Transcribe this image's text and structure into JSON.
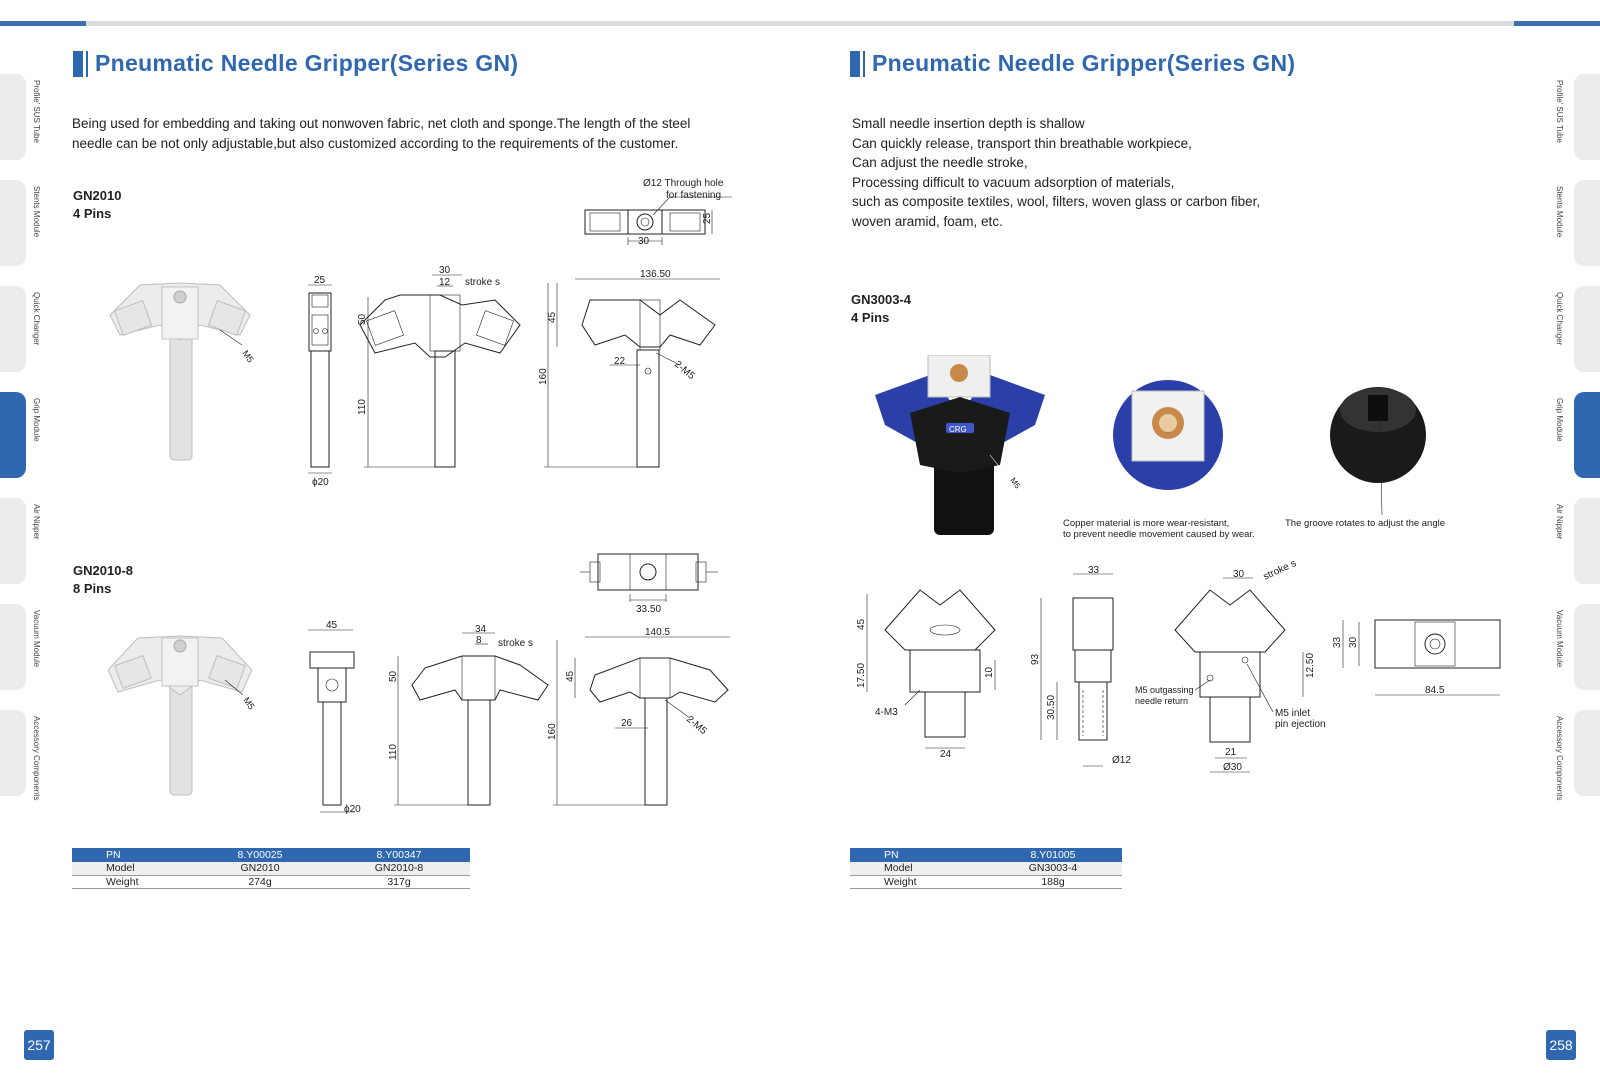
{
  "side_tabs": [
    {
      "label": "Profile' SUS Tube",
      "active": false
    },
    {
      "label": "Stents Module",
      "active": false
    },
    {
      "label": "Quick Changer",
      "active": false
    },
    {
      "label": "Grip Module",
      "active": true
    },
    {
      "label": "Air Nipper",
      "active": false
    },
    {
      "label": "Vacuum Module",
      "active": false
    },
    {
      "label": "Accessory Components",
      "active": false
    }
  ],
  "left": {
    "title": "Pneumatic Needle Gripper(Series GN)",
    "desc_lines": [
      "Being used for embedding and taking out nonwoven fabric, net cloth and sponge.The length of the steel",
      "needle can be not only adjustable,but also customized according to the requirements of the customer."
    ],
    "model1": {
      "name": "GN2010",
      "pins": "4 Pins"
    },
    "model2": {
      "name": "GN2010-8",
      "pins": "8 Pins"
    },
    "dims1": {
      "hole": "Ø12 Through hole",
      "hole2": "for fastening",
      "top_w": "30",
      "top_h": "25",
      "side_w": "25",
      "side_d": "ϕ20",
      "fr_30": "30",
      "fr_12": "12",
      "stroke": "stroke s",
      "fr_50": "50",
      "fr_110": "110",
      "rt_w": "136.50",
      "rt_45": "45",
      "rt_160": "160",
      "rt_22": "22",
      "rt_m5": "2-M5",
      "m5": "M5"
    },
    "dims2": {
      "top_w": "33.50",
      "side_w": "45",
      "side_d": "ϕ20",
      "fr_34": "34",
      "fr_8": "8",
      "stroke": "stroke s",
      "fr_50": "50",
      "fr_110": "110",
      "rt_w": "140.5",
      "rt_45": "45",
      "rt_160": "160",
      "rt_26": "26",
      "rt_m5": "2-M5",
      "m5": "M5"
    },
    "table": {
      "pn_label": "PN",
      "pn": [
        "8.Y00025",
        "8.Y00347"
      ],
      "model_label": "Model",
      "model": [
        "GN2010",
        "GN2010-8"
      ],
      "weight_label": "Weight",
      "weight": [
        "274g",
        "317g"
      ]
    },
    "page_number": "257"
  },
  "right": {
    "title": "Pneumatic Needle Gripper(Series GN)",
    "desc_lines": [
      "Small needle insertion depth is shallow",
      "Can quickly release, transport thin breathable workpiece,",
      "Can adjust the needle stroke,",
      "Processing difficult to vacuum adsorption of materials,",
      "such as composite textiles, wool, filters, woven glass or carbon fiber,",
      "woven aramid, foam, etc."
    ],
    "model": {
      "name": "GN3003-4",
      "pins": "4 Pins"
    },
    "photo_notes": {
      "copper1": "Copper material is more wear-resistant,",
      "copper2": "to prevent needle movement caused by wear.",
      "groove": "The groove rotates to adjust the angle",
      "logo": "CRG",
      "m5": "M5"
    },
    "dims": {
      "d45": "45",
      "d1750": "17.50",
      "d10": "10",
      "d4m3": "4-M3",
      "d24": "24",
      "d33": "33",
      "d93": "93",
      "d3050": "30.50",
      "d12": "Ø12",
      "d30": "30",
      "stroke": "stroke s",
      "m5out1": "M5 outgassing",
      "m5out2": "needle return",
      "d1250": "12.50",
      "m5in1": "M5 inlet",
      "m5in2": "pin ejection",
      "d21": "21",
      "d30b": "Ø30",
      "r33": "33",
      "r30": "30",
      "r845": "84.5"
    },
    "table": {
      "pn_label": "PN",
      "pn": "8.Y01005",
      "model_label": "Model",
      "model": "GN3003-4",
      "weight_label": "Weight",
      "weight": "188g"
    },
    "page_number": "258"
  }
}
